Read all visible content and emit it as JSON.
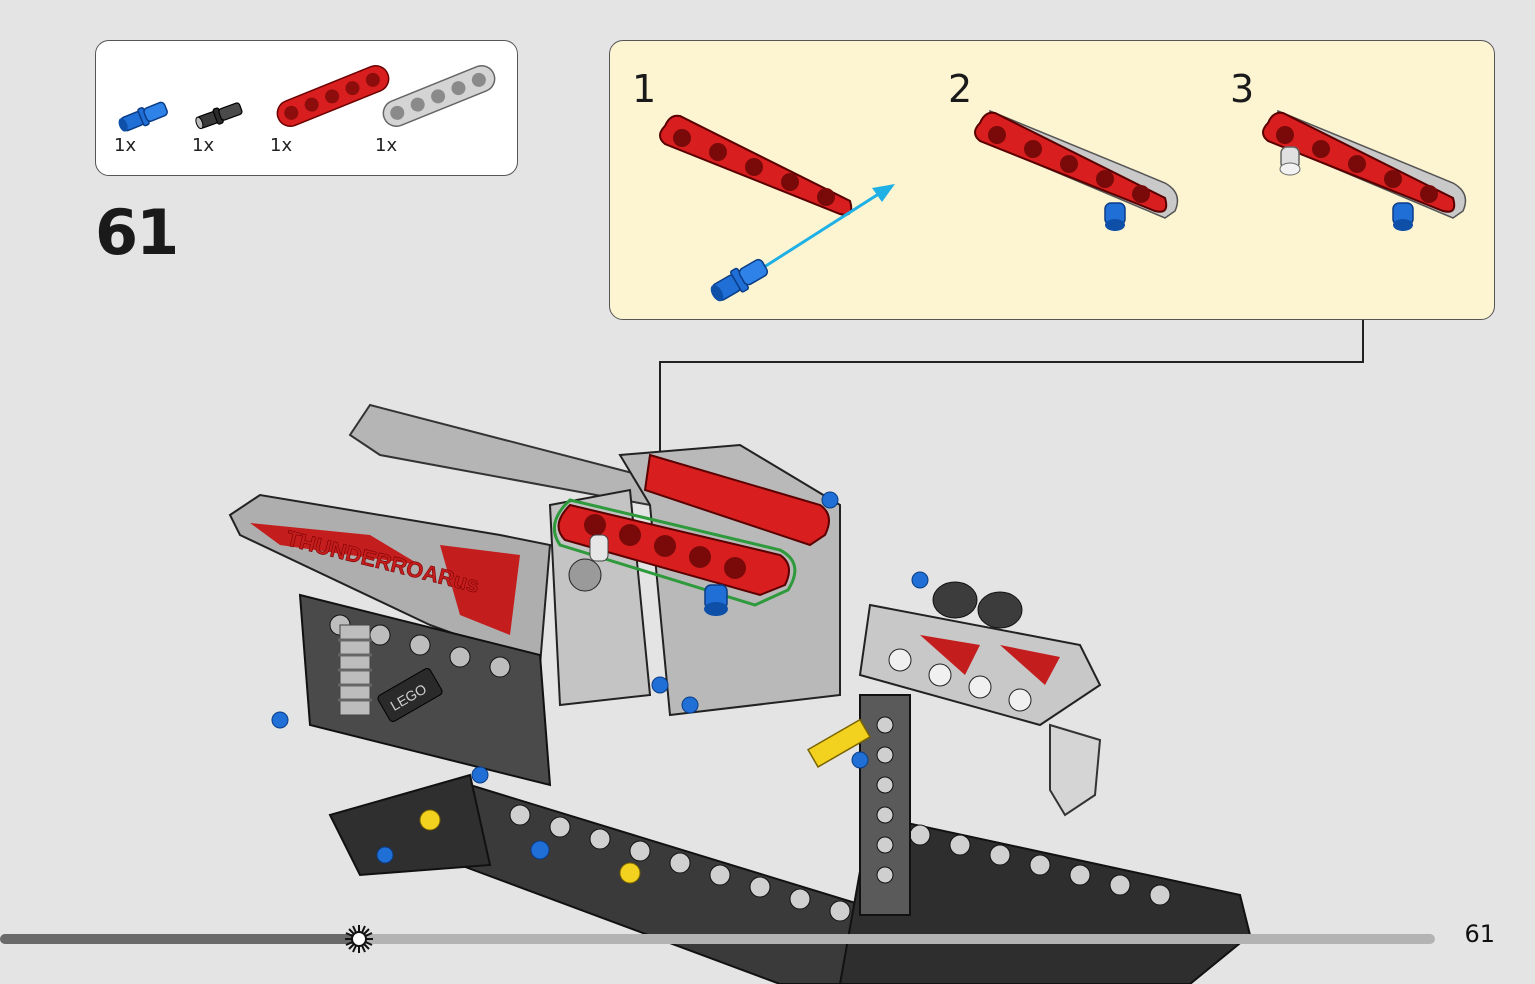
{
  "parts_list": [
    {
      "icon": "blue-pin-icon",
      "qty": "1x",
      "color": "#1f6fd6"
    },
    {
      "icon": "black-pin-icon",
      "qty": "1x",
      "color": "#2a2a2a"
    },
    {
      "icon": "red-beam-icon",
      "qty": "1x",
      "color": "#d81e1e"
    },
    {
      "icon": "gray-beam-icon",
      "qty": "1x",
      "color": "#bdbdbd"
    }
  ],
  "step_number": "61",
  "sub_steps": [
    {
      "number": "1"
    },
    {
      "number": "2"
    },
    {
      "number": "3"
    }
  ],
  "model_decal_text": "THUNDERROARus",
  "model_brick_logo": "LEGO",
  "page_number": "61",
  "progress": 0.25,
  "colors": {
    "accent_red": "#d81e1e",
    "accent_blue": "#1f6fd6",
    "subassembly_background": "#fdf5d2",
    "highlight_green": "#2e9a3c",
    "arrow_cyan": "#1fb0e6"
  }
}
